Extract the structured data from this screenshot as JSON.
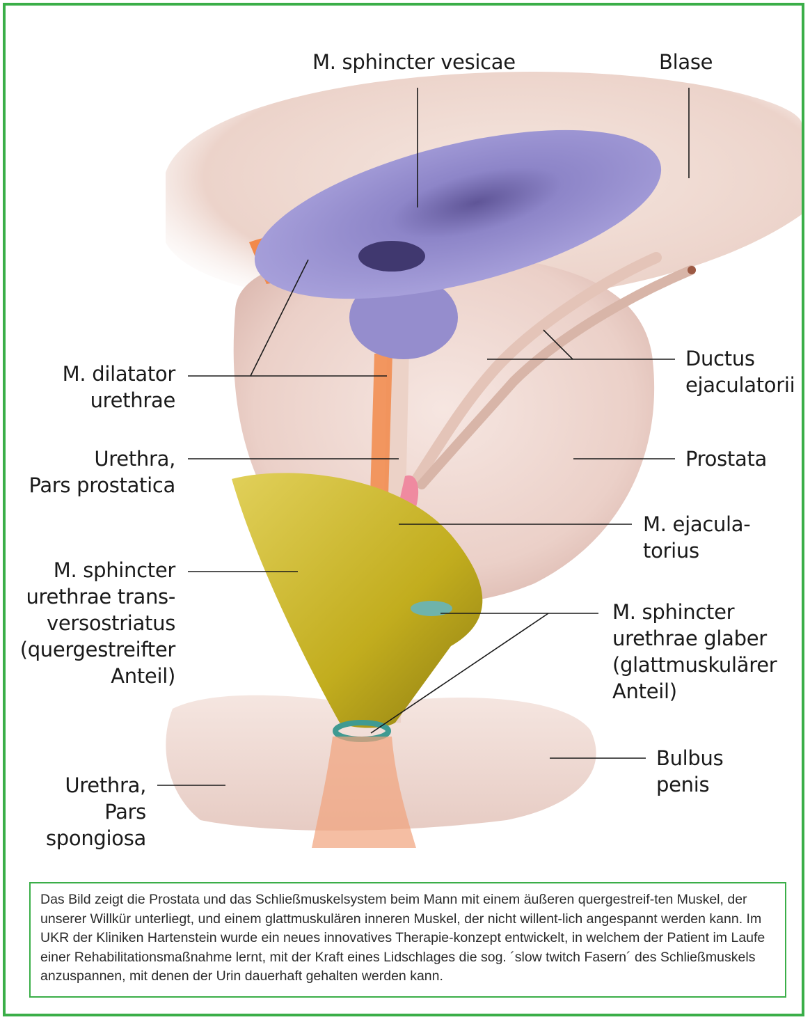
{
  "labels": {
    "sphincter_vesicae": "M. sphincter vesicae",
    "blase": "Blase",
    "dilatator_urethrae": "M. dilatator\nurethrae",
    "ductus_ejaculatorii": "Ductus\nejaculatorii",
    "urethra_prostatica": "Urethra,\nPars prostatica",
    "prostata": "Prostata",
    "ejaculatorius": "M. ejacula-\ntorius",
    "sphincter_transversostriatus": "M. sphincter\nurethrae trans-\nversostriatus\n(quergestreifter\nAnteil)",
    "sphincter_glaber": "M. sphincter\nurethrae glaber\n(glattmuskulärer\nAnteil)",
    "bulbus_penis": "Bulbus\npenis",
    "urethra_spongiosa": "Urethra,\nPars\nspongiosa"
  },
  "caption": "Das Bild zeigt die Prostata und das Schließmuskelsystem beim Mann mit einem äußeren quergestreif-ten Muskel, der unserer Willkür unterliegt, und einem glattmuskulären inneren Muskel, der nicht willent-lich angespannt werden kann. Im UKR der Kliniken Hartenstein wurde ein neues innovatives Therapie-konzept entwickelt, in welchem der Patient im Laufe einer Rehabilitationsmaßnahme lernt, mit der Kraft eines Lidschlages die sog. ´slow twitch Fasern´ des Schließmuskels anzuspannen, mit denen der Urin dauerhaft gehalten werden kann.",
  "colors": {
    "frame": "#3aae48",
    "bladder": "#f1dcd3",
    "prostate": "#efd9d2",
    "sphincter_vesicae": "#8e86c9",
    "dilatator": "#f2894a",
    "transversostriatus": "#c9b422",
    "glaber": "#4fa8a0",
    "ejaculatorius": "#ef8aa0"
  }
}
